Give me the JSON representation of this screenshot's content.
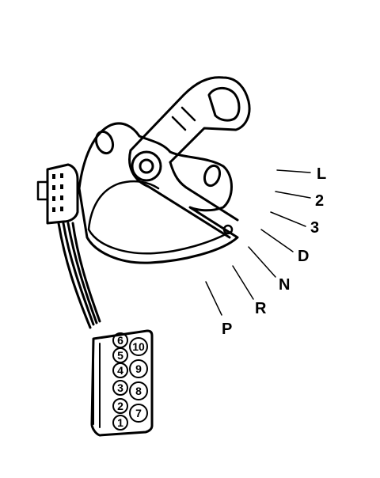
{
  "diagram": {
    "gear_positions": [
      {
        "id": "L",
        "label": "L"
      },
      {
        "id": "2",
        "label": "2"
      },
      {
        "id": "3",
        "label": "3"
      },
      {
        "id": "D",
        "label": "D"
      },
      {
        "id": "N",
        "label": "N"
      },
      {
        "id": "R",
        "label": "R"
      },
      {
        "id": "P",
        "label": "P"
      }
    ],
    "connector_pins": [
      "1",
      "2",
      "3",
      "4",
      "5",
      "6",
      "7",
      "8",
      "9",
      "10"
    ]
  }
}
